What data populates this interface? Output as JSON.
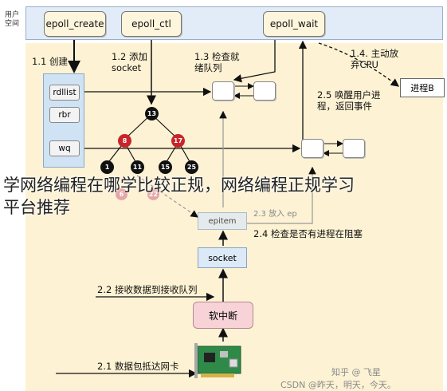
{
  "zones": {
    "user_space": "用户\n空间"
  },
  "api": {
    "create": "epoll_create",
    "ctl": "epoll_ctl",
    "wait": "epoll_wait"
  },
  "steps": {
    "s11": "1.1 创建",
    "s12": "1.2 添加\nsocket",
    "s13": "1.3 检查就\n绪队列",
    "s14": "1.4. 主动放\n弃CPU",
    "s25": "2.5 唤醒用户进\n程，返回事件",
    "s24a": "2.3 放入 ep",
    "s24": "2.4 检查是否有进程在阻塞",
    "s22": "2.2 接收数据到接收队列",
    "s21": "2.1 数据包抵达网卡"
  },
  "eventpoll": {
    "items": [
      "rdllist",
      "rbr",
      "wq"
    ]
  },
  "tree": {
    "root": "13",
    "mid": [
      "8",
      "17"
    ],
    "leaves": [
      "1",
      "11",
      "15",
      "25"
    ],
    "extra": [
      "6",
      "22"
    ]
  },
  "boxes": {
    "epitem": "epitem",
    "socket": "socket",
    "softirq": "软中断",
    "procB": "进程B"
  },
  "overlay": {
    "watermark": "学网络编程在哪学比较正规，网络编程正规学习\n平台推荐"
  },
  "credits": {
    "csdn": "CSDN @昨天，明天，今天。",
    "zhihu": "知乎 @ 飞星 "
  },
  "colors": {
    "user_space": "#e1ecf8",
    "kernel_space": "#fdf2d4",
    "root_node": "#111111",
    "red_node": "#c8252a",
    "leaf_node": "#111111",
    "softirq": "#f7d3d8"
  }
}
